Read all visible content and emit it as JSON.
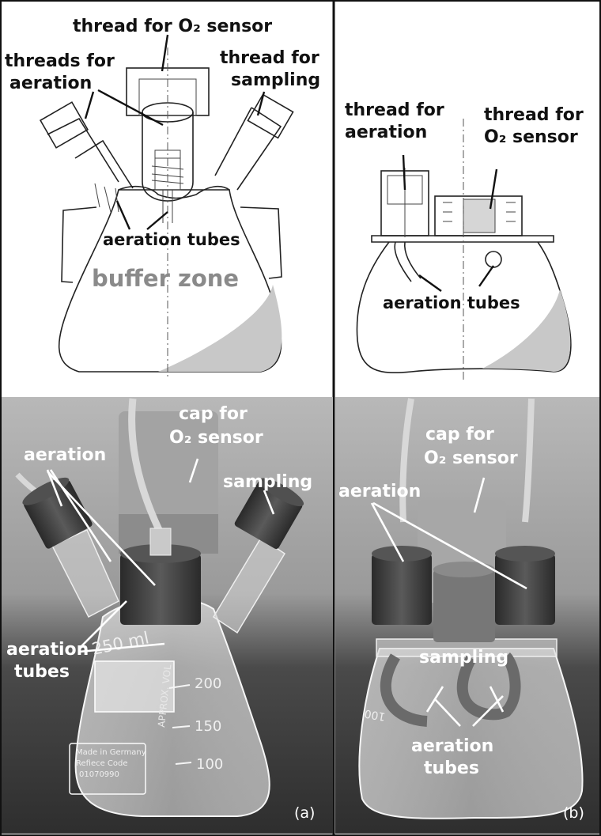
{
  "panel_a": {
    "drawing": {
      "thread_o2": "thread for O₂ sensor",
      "threads_aeration_1": "threads for",
      "threads_aeration_2": "aeration",
      "thread_sampling_1": "thread for",
      "thread_sampling_2": "sampling",
      "aeration_tubes": "aeration tubes",
      "buffer_zone": "buffer zone"
    },
    "photo": {
      "cap_o2_1": "cap for",
      "cap_o2_2": "O₂ sensor",
      "aeration": "aeration",
      "sampling": "sampling",
      "aeration_tubes_1": "aeration",
      "aeration_tubes_2": "tubes",
      "flask_volume": "250 ml",
      "grad_200": "200",
      "grad_150": "150",
      "grad_100": "100",
      "approx_vol": "APPROX. VOL",
      "made_in_1": "Made in Germany",
      "made_in_2": "Refiece Code",
      "made_in_3": "01070990",
      "tag": "(a)"
    }
  },
  "panel_b": {
    "drawing": {
      "thread_aeration_1": "thread for",
      "thread_aeration_2": "aeration",
      "thread_o2_1": "thread for",
      "thread_o2_2": "O₂ sensor",
      "aeration_tubes": "aeration tubes"
    },
    "photo": {
      "cap_o2_1": "cap for",
      "cap_o2_2": "O₂ sensor",
      "aeration": "aeration",
      "sampling": "sampling",
      "aeration_tubes_1": "aeration",
      "aeration_tubes_2": "tubes",
      "grad_100": "100",
      "tag": "(b)"
    }
  },
  "colors": {
    "background": "#ffffff",
    "photo_background": "#8e8e8e",
    "cap": "#3a3a3a",
    "liquid_fill": "#c8c8c8",
    "buffer_label": "#8a8a8a"
  }
}
